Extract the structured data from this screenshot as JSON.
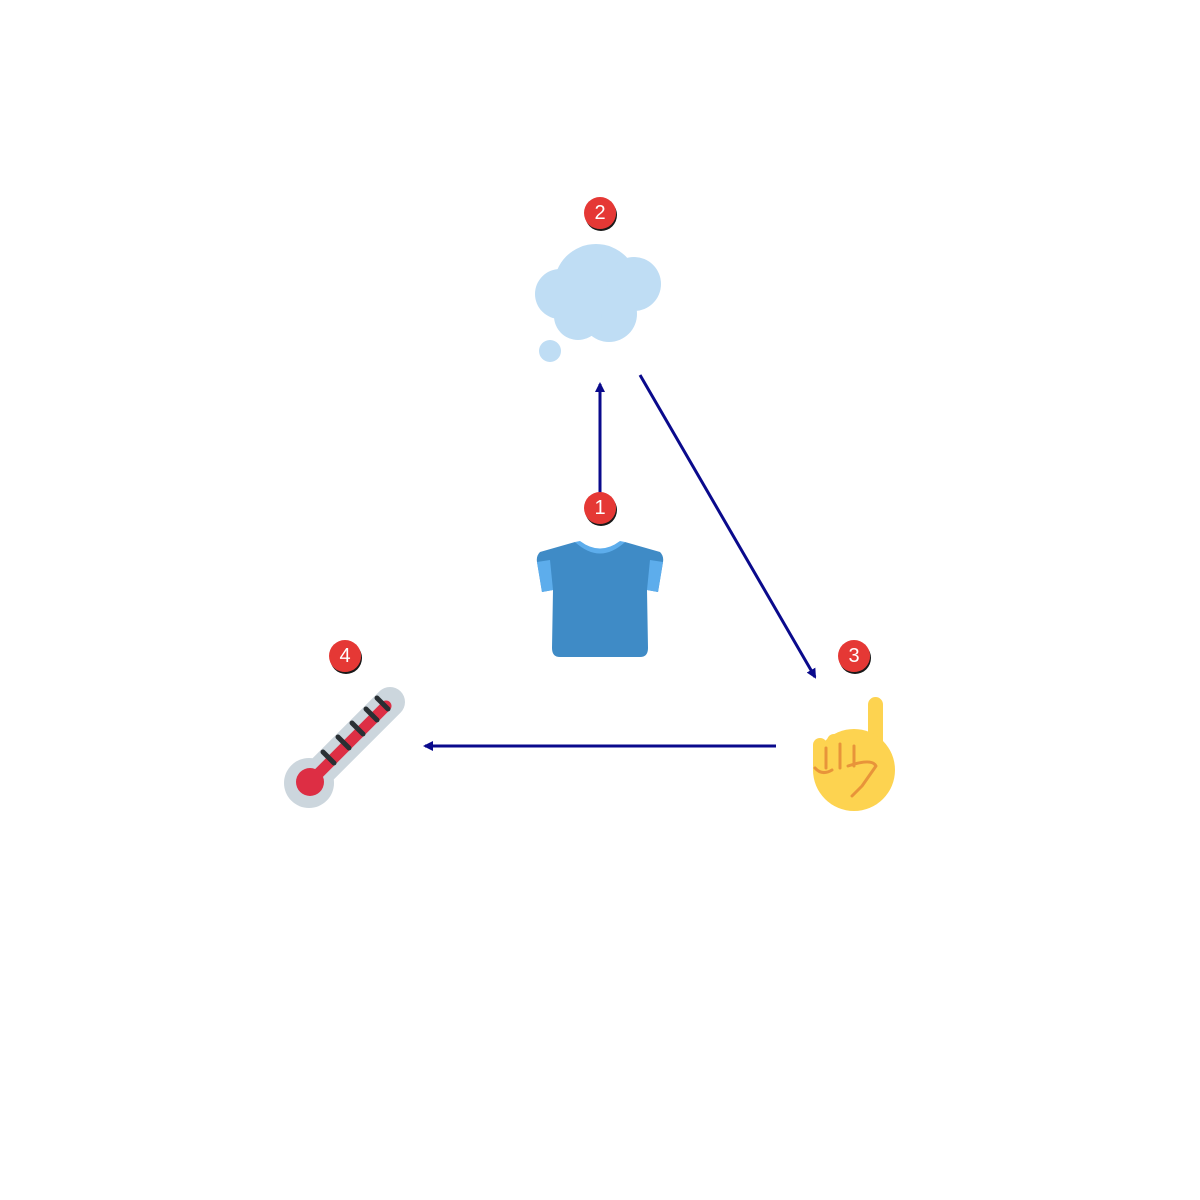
{
  "nodes": [
    {
      "id": "shirt",
      "icon": "t-shirt-icon",
      "label": "1"
    },
    {
      "id": "thought",
      "icon": "thought-bubble-icon",
      "label": "2"
    },
    {
      "id": "hand",
      "icon": "index-pointing-up-icon",
      "label": "3"
    },
    {
      "id": "thermometer",
      "icon": "thermometer-icon",
      "label": "4"
    }
  ],
  "edges": [
    {
      "from": "shirt",
      "to": "thought"
    },
    {
      "from": "thought",
      "to": "hand"
    },
    {
      "from": "hand",
      "to": "thermometer"
    }
  ],
  "colors": {
    "arrow": "#0a0a8c",
    "badge": "#e53935",
    "badge_text": "#ffffff",
    "shirt": "#3f8bc6",
    "shirt_trim": "#5dadec",
    "cloud": "#bfddf4",
    "hand": "#fdd350",
    "hand_line": "#e8943a",
    "thermo_body": "#ccd6dd",
    "thermo_fill": "#dd2e44",
    "thermo_ticks": "#292f33"
  }
}
